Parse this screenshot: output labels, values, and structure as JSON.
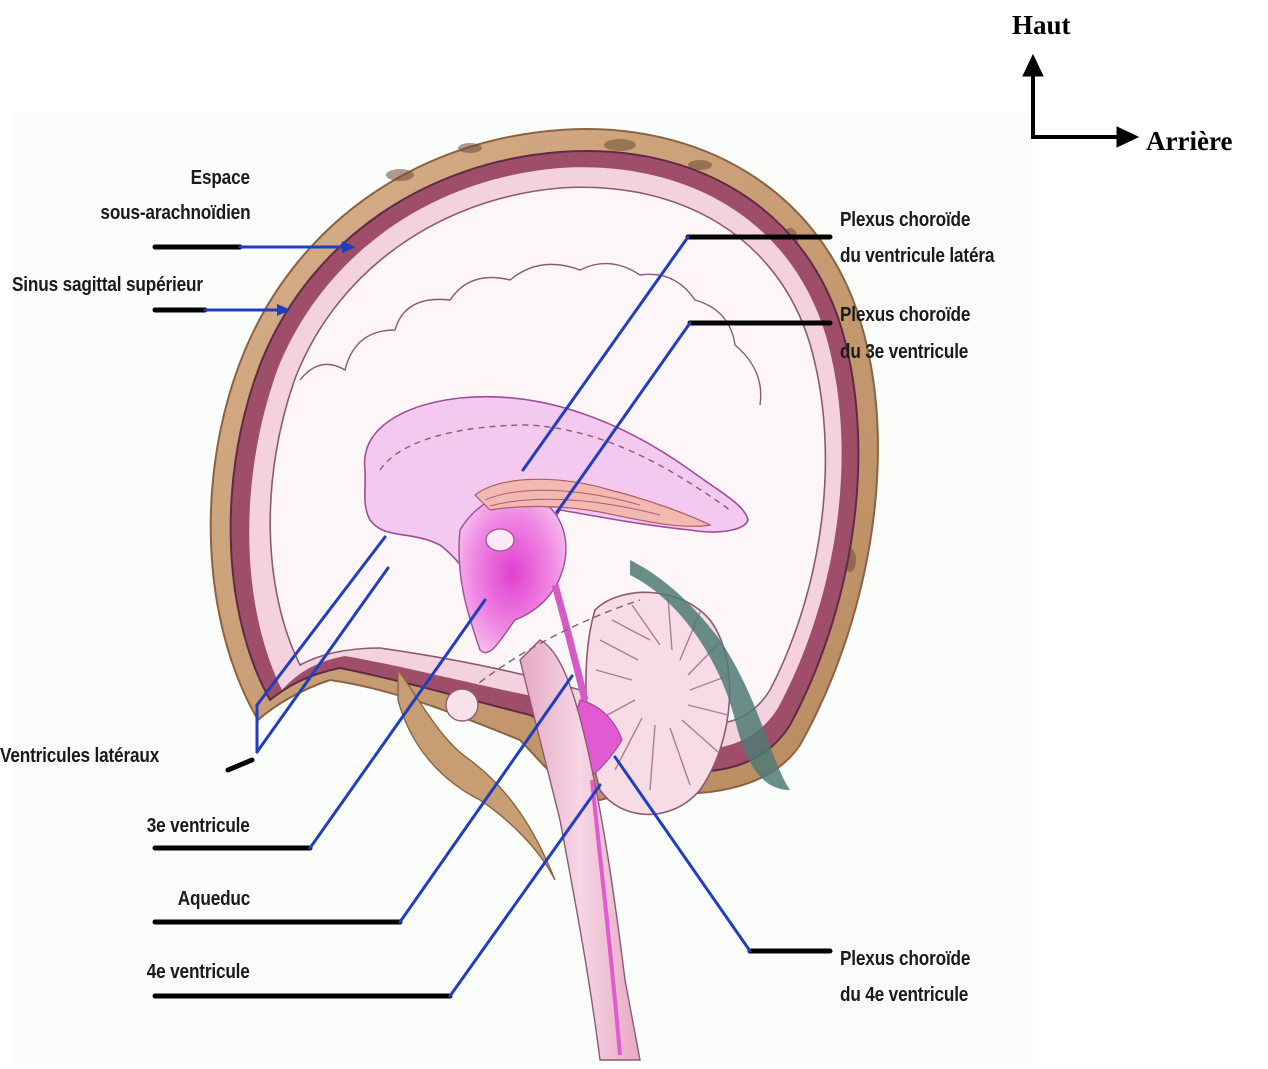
{
  "orientation": {
    "up_label": "Haut",
    "back_label": "Arrière"
  },
  "labels": {
    "espace_line1": "Espace",
    "espace_line2": "sous-arachnoïdien",
    "sinus": "Sinus sagittal supérieur",
    "plexus_lat_line1": "Plexus choroïde",
    "plexus_lat_line2": "du ventricule latéra",
    "plexus_3e_line1": "Plexus choroïde",
    "plexus_3e_line2": "du 3e ventricule",
    "ventricules_lateraux": "Ventricules latéraux",
    "ventricule_3e": "3e ventricule",
    "aqueduc": "Aqueduc",
    "ventricule_4e": "4e ventricule",
    "plexus_4e_line1": "Plexus choroïde",
    "plexus_4e_line2": "du 4e ventricule"
  },
  "colors": {
    "leader_blue": "#1f3fbf",
    "leader_black": "#000000",
    "ventricle_magenta": "#e84fd6",
    "skull_bone": "#c79d72",
    "dura": "#b95c74",
    "brain_tissue": "#fbf1f6"
  }
}
